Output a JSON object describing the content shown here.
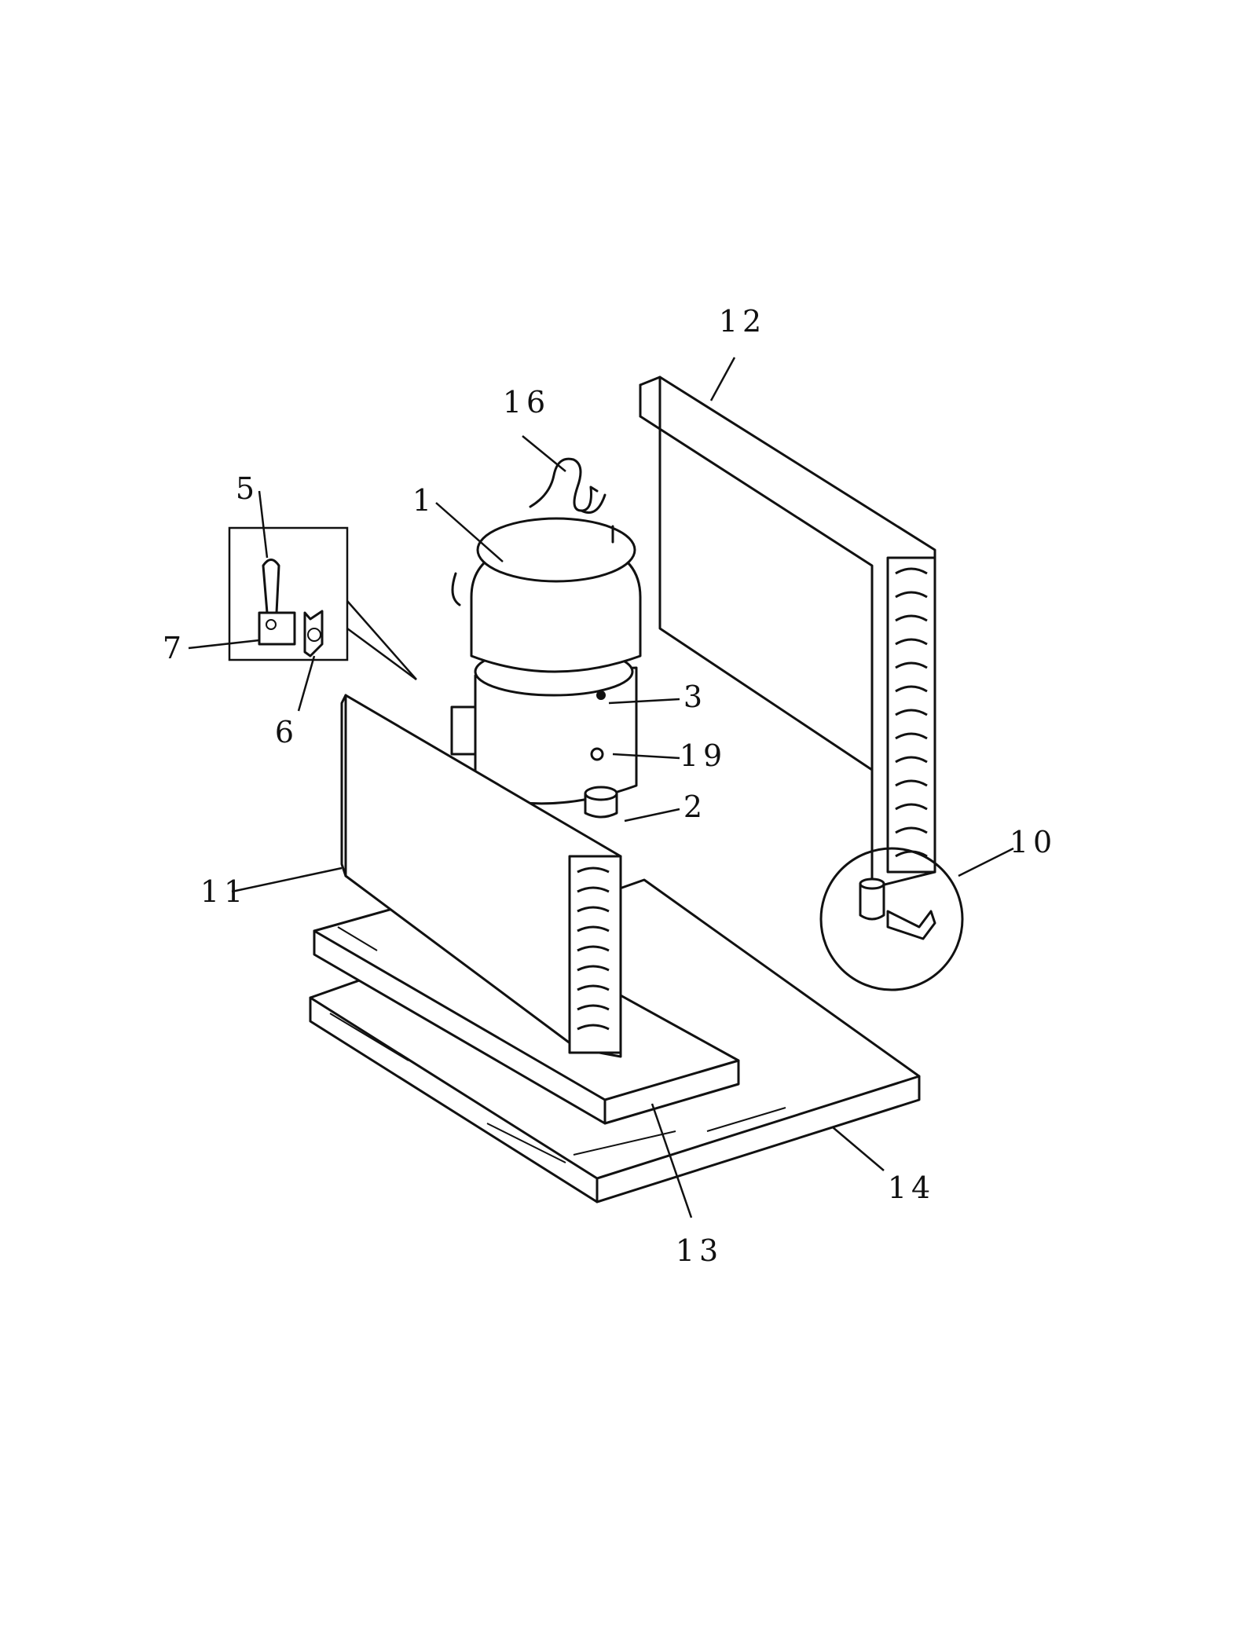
{
  "callouts": [
    {
      "id": "1",
      "label": "1"
    },
    {
      "id": "2",
      "label": "2"
    },
    {
      "id": "3",
      "label": "3"
    },
    {
      "id": "5",
      "label": "5"
    },
    {
      "id": "6",
      "label": "6"
    },
    {
      "id": "7",
      "label": "7"
    },
    {
      "id": "10",
      "label": "10"
    },
    {
      "id": "11",
      "label": "11"
    },
    {
      "id": "12",
      "label": "12"
    },
    {
      "id": "13",
      "label": "13"
    },
    {
      "id": "14",
      "label": "14"
    },
    {
      "id": "16",
      "label": "16"
    },
    {
      "id": "19",
      "label": "19"
    }
  ]
}
